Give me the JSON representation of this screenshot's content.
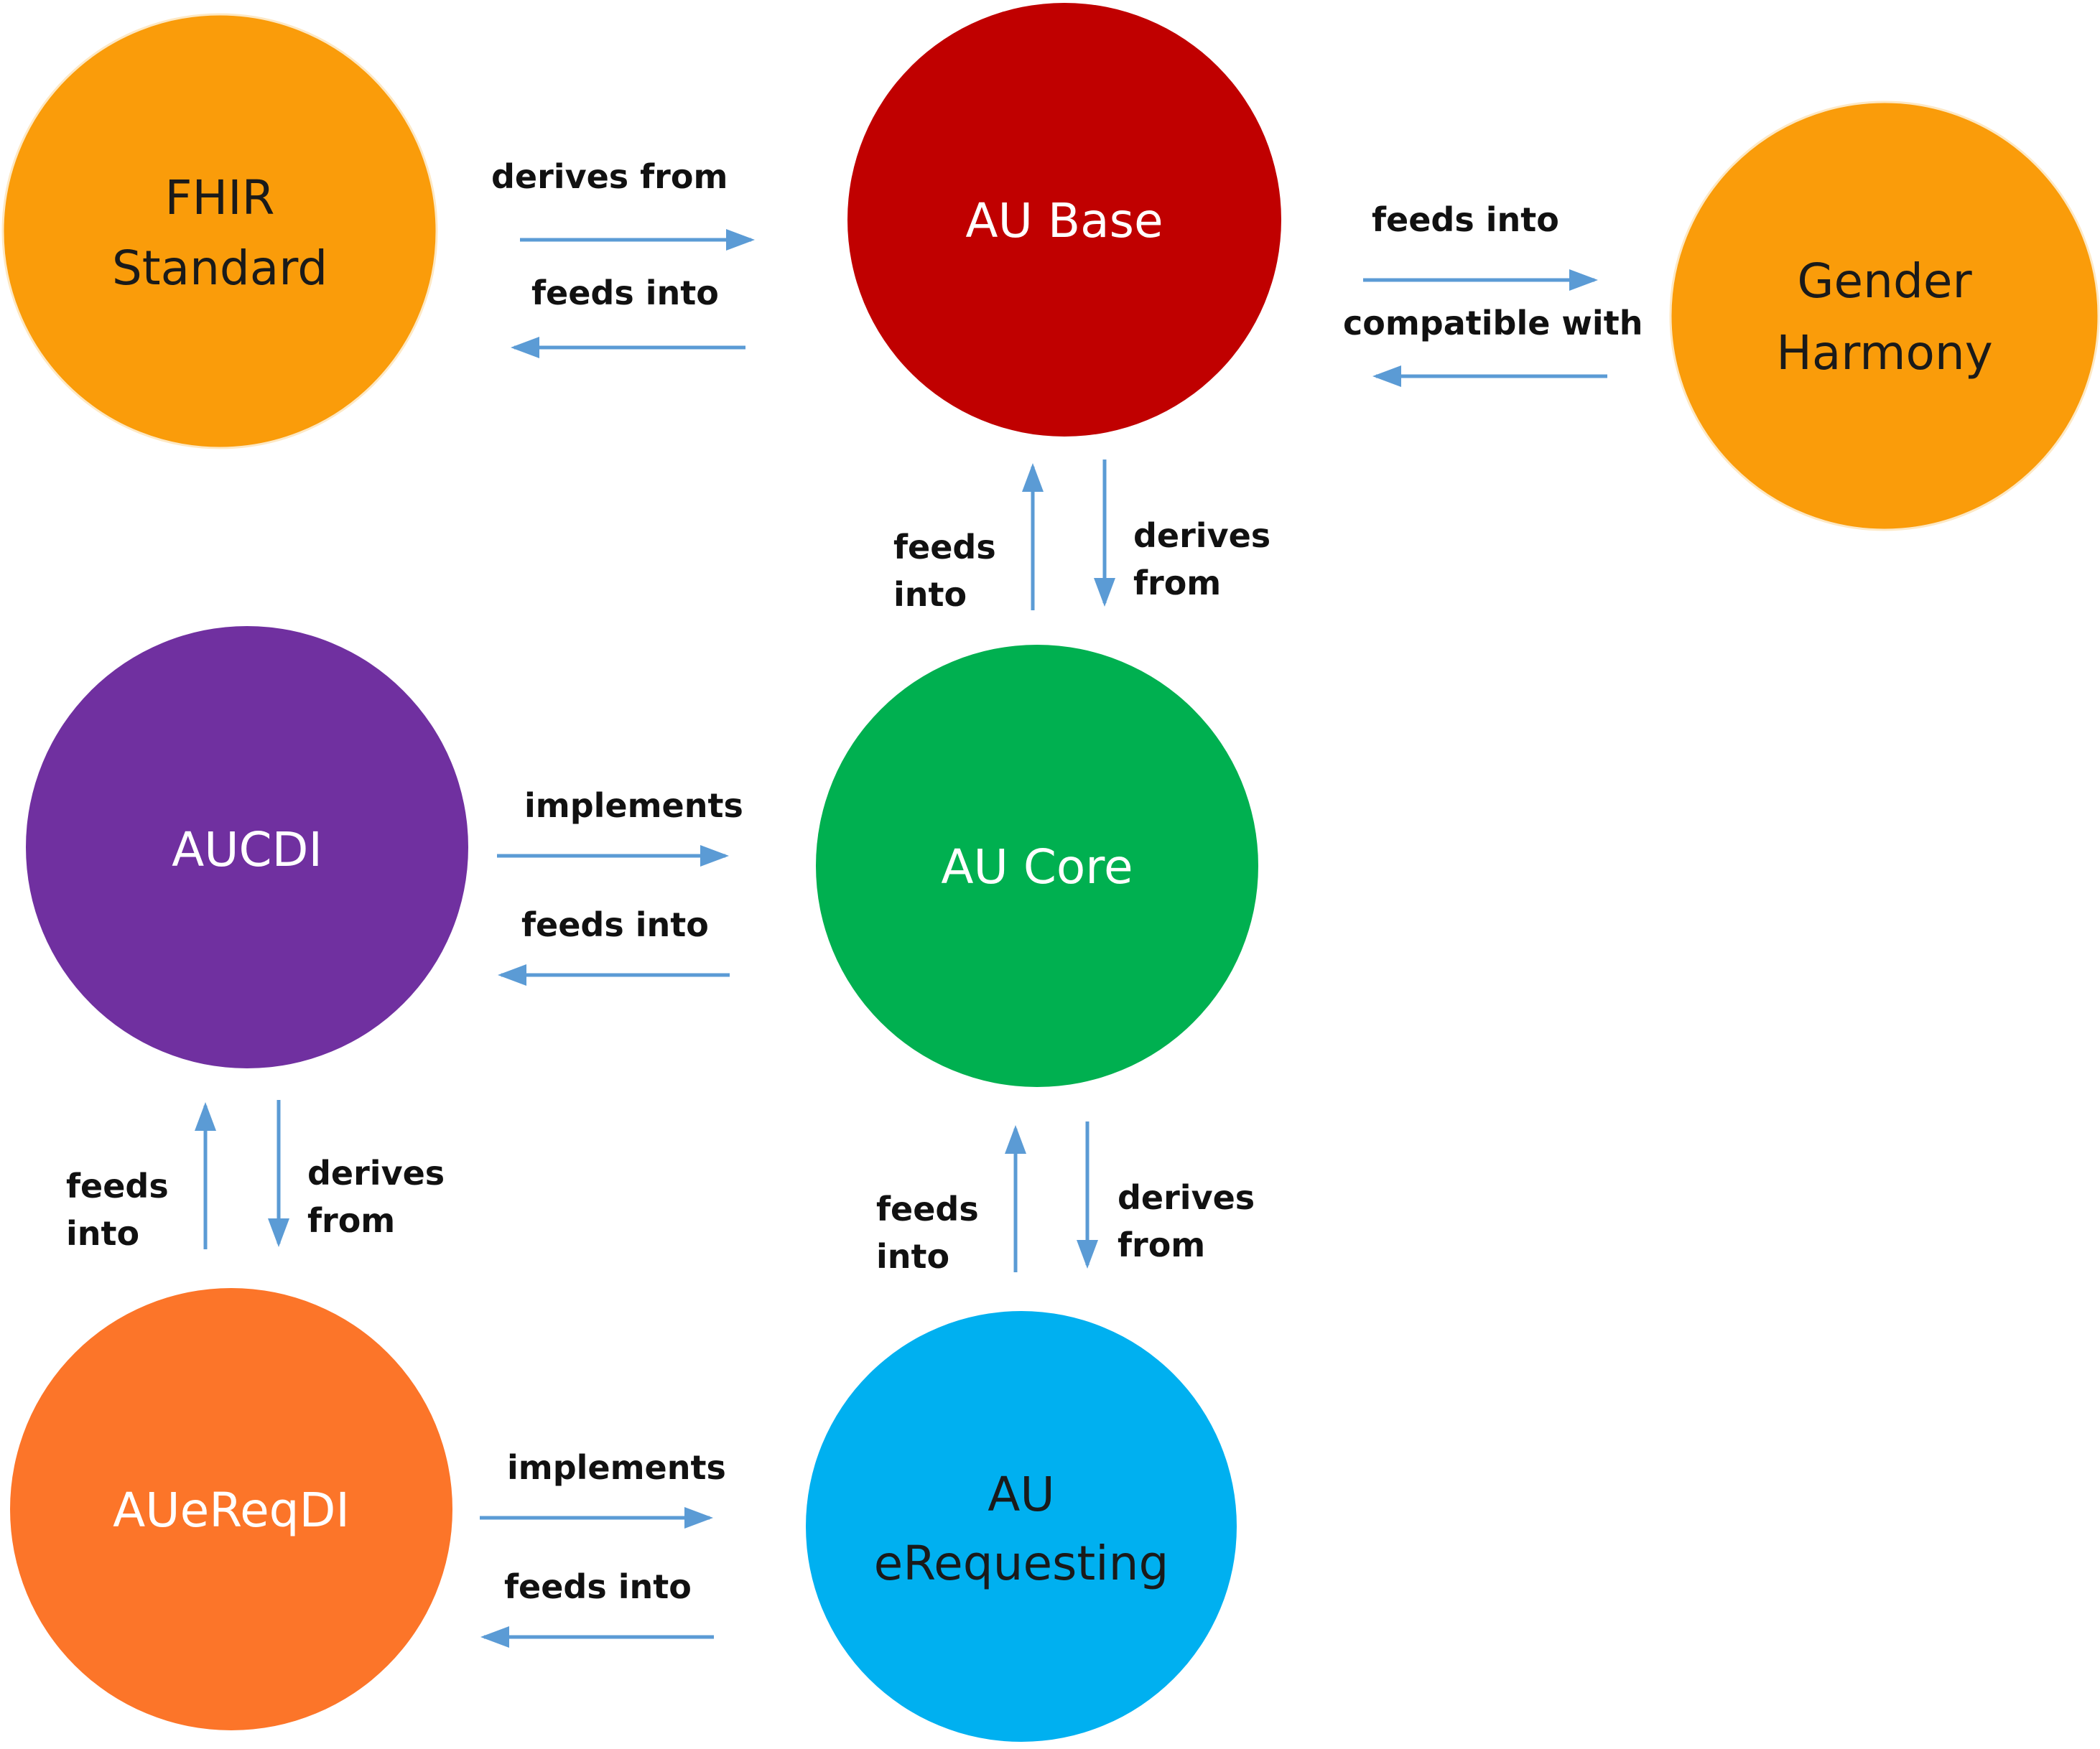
{
  "colors": {
    "arrow": "#5b9bd5",
    "fhir": "#fa9c0a",
    "au_base": "#c00000",
    "gender_harmony": "#fa9c0a",
    "aucdi": "#7030a0",
    "au_core": "#00b050",
    "aue_req_di": "#fc7529",
    "au_erequesting": "#00b0f0"
  },
  "nodes": {
    "fhir": {
      "line1": "FHIR",
      "line2": "Standard"
    },
    "au_base": {
      "line1": "AU Base"
    },
    "gender_harmony": {
      "line1": "Gender",
      "line2": "Harmony"
    },
    "aucdi": {
      "line1": "AUCDI"
    },
    "au_core": {
      "line1": "AU Core"
    },
    "aue_req_di": {
      "line1": "AUeReqDI"
    },
    "au_erequesting": {
      "line1": "AU",
      "line2": "eRequesting"
    }
  },
  "edges": {
    "fhir_to_base": "derives from",
    "base_to_fhir": "feeds into",
    "base_to_gender": "feeds into",
    "gender_to_base": "compatible with",
    "core_to_base_line1": "feeds",
    "core_to_base_line2": "into",
    "base_to_core_line1": "derives",
    "base_to_core_line2": "from",
    "aucdi_to_core": "implements",
    "core_to_aucdi": "feeds into",
    "req_to_aucdi_line1": "feeds",
    "req_to_aucdi_line2": "into",
    "aucdi_to_req_line1": "derives",
    "aucdi_to_req_line2": "from",
    "ereq_to_core_line1": "feeds",
    "ereq_to_core_line2": "into",
    "core_to_ereq_line1": "derives",
    "core_to_ereq_line2": "from",
    "reqdi_to_ereq": "implements",
    "ereq_to_reqdi": "feeds into"
  }
}
